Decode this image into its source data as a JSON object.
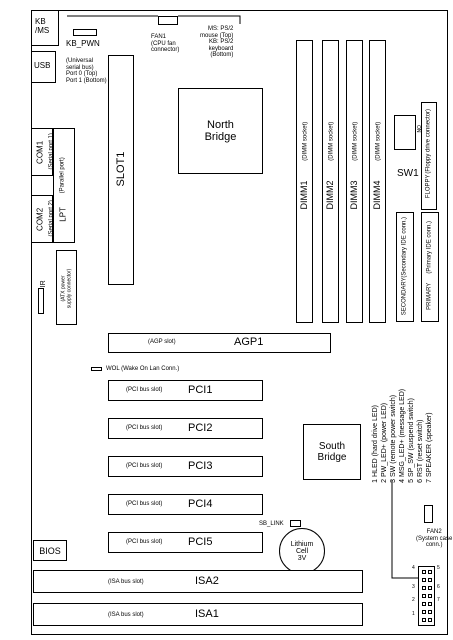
{
  "kbms": {
    "label": "KB\n/MS"
  },
  "kbpwn": {
    "label": "KB_PWN"
  },
  "usb": {
    "label": "USB",
    "desc": "(Universal\nserial bus)\nPort 0 (Top)\nPort 1 (Bottom)"
  },
  "fan1": {
    "label": "FAN1\n(CPU fan\nconnector)"
  },
  "ps2": {
    "label": "MS: PS/2\nmouse (Top)\nKB: PS/2\nkeyboard\n(Bottom)"
  },
  "slot1": {
    "label": "SLOT1"
  },
  "north": {
    "label": "North\nBridge"
  },
  "com1": {
    "label": "COM1",
    "desc": "(Serial port 1)"
  },
  "com2": {
    "label": "COM2",
    "desc": "(Serial port 2)"
  },
  "lpt": {
    "label": "LPT",
    "desc": "(Parallel port)"
  },
  "power": {
    "label": "(ATX power\nsupply connector)"
  },
  "ir": {
    "label": "IR"
  },
  "dimms": [
    {
      "label": "DIMM1",
      "desc": "(DIMM socket)"
    },
    {
      "label": "DIMM2",
      "desc": "(DIMM socket)"
    },
    {
      "label": "DIMM3",
      "desc": "(DIMM socket)"
    },
    {
      "label": "DIMM4",
      "desc": "(DIMM socket)"
    }
  ],
  "sw1": {
    "label": "SW1",
    "on": "ON"
  },
  "floppy": {
    "label": "FLOPPY",
    "desc": "(Floppy drive connector)"
  },
  "ide2": {
    "label": "SECONDARY",
    "desc": "(Secondary IDE conn.)"
  },
  "ide1": {
    "label": "PRIMARY",
    "desc": "(Primary IDE conn.)"
  },
  "agp": {
    "label": "AGP1",
    "desc": "(AGP slot)"
  },
  "wol": {
    "label": "WOL (Wake On Lan Conn.)"
  },
  "pci": [
    {
      "label": "PCI1",
      "desc": "(PCI bus slot)"
    },
    {
      "label": "PCI2",
      "desc": "(PCI bus slot)"
    },
    {
      "label": "PCI3",
      "desc": "(PCI bus slot)"
    },
    {
      "label": "PCI4",
      "desc": "(PCI bus slot)"
    },
    {
      "label": "PCI5",
      "desc": "(PCI bus slot)"
    }
  ],
  "legend": [
    "1 HLED (hard drive LED)",
    "2 PW_LED+ (power LED)",
    "3 SW (remote power switch)",
    "4 MSG_LED+ (message LED)",
    "5 SP_SW (suspend switch)",
    "6 RST (reset switch)",
    "7 SPEAKER (speaker)"
  ],
  "south": {
    "label": "South\nBridge"
  },
  "sblink": {
    "label": "SB_LINK"
  },
  "battery": {
    "label": "Lithium\nCell\n3V"
  },
  "fan2": {
    "label": "FAN2\n(System case\nconn.)"
  },
  "bios": {
    "label": "BIOS"
  },
  "isa": [
    {
      "label": "ISA2",
      "desc": "(ISA bus slot)"
    },
    {
      "label": "ISA1",
      "desc": "(ISA bus slot)"
    }
  ],
  "pins": {
    "left": [
      "4",
      "3",
      "2",
      "1"
    ],
    "right": [
      "5",
      "6",
      "7"
    ]
  }
}
